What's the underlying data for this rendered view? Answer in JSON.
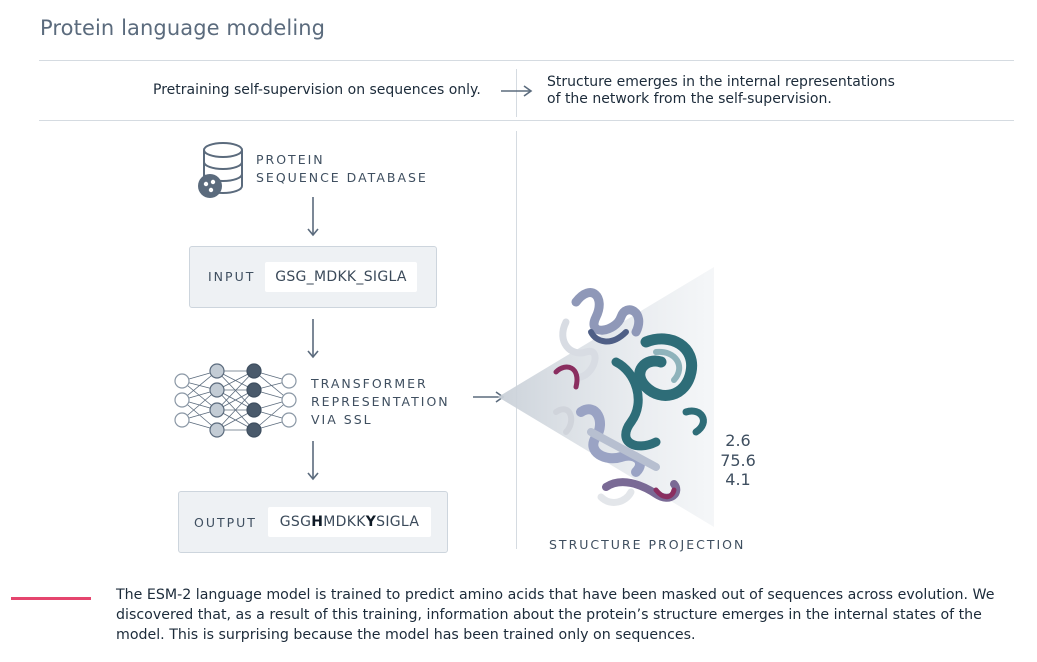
{
  "title": "Protein language modeling",
  "header": {
    "left": "Pretraining self-supervision on sequences only.",
    "right_line1": "Structure emerges in the internal representations",
    "right_line2": "of the network from the self-supervision."
  },
  "database": {
    "line1": "PROTEIN",
    "line2": "SEQUENCE DATABASE"
  },
  "input": {
    "label": "INPUT",
    "sequence": "GSG_MDKK_SIGLA"
  },
  "transformer": {
    "line1": "TRANSFORMER",
    "line2": "REPRESENTATION",
    "line3": "VIA SSL"
  },
  "output": {
    "label": "OUTPUT",
    "seq_part1": "GSG",
    "seq_fill1": "H",
    "seq_part2": "MDKK",
    "seq_fill2": "Y",
    "seq_part3": "SIGLA"
  },
  "structure": {
    "caption": "STRUCTURE PROJECTION",
    "values": [
      "2.6",
      "75.6",
      "4.1"
    ]
  },
  "caption": "The ESM-2 language model is trained to predict amino acids that have been masked out of sequences across evolution. We discovered that, as a result of this training, information about the protein’s structure emerges in the internal states of the model. This is surprising because the model has been trained only on sequences.",
  "colors": {
    "accent": "#e5456e",
    "arrow": "#5b6b7d",
    "teal": "#2e6d78",
    "magenta": "#8a2e60"
  }
}
